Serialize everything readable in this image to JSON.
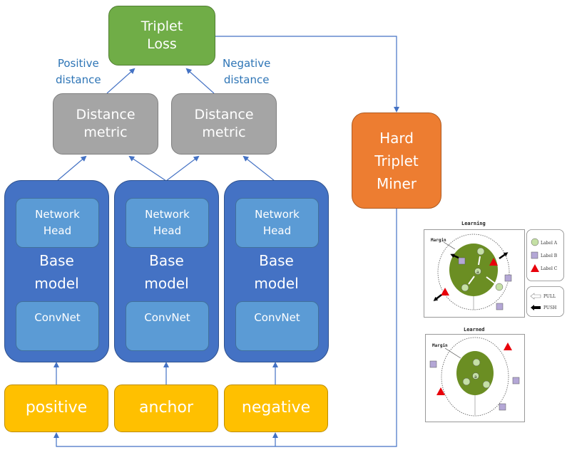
{
  "diagram": {
    "triplet_loss": {
      "line1": "Triplet",
      "line2": "Loss"
    },
    "positive_distance_label": {
      "line1": "Positive",
      "line2": "distance"
    },
    "negative_distance_label": {
      "line1": "Negative",
      "line2": "distance"
    },
    "distance_metrics": [
      {
        "line1": "Distance",
        "line2": "metric"
      },
      {
        "line1": "Distance",
        "line2": "metric"
      }
    ],
    "hard_triplet_miner": {
      "line1": "Hard",
      "line2": "Triplet",
      "line3": "Miner"
    },
    "base_models": [
      {
        "head1": "Network",
        "head2": "Head",
        "base1": "Base",
        "base2": "model",
        "conv": "ConvNet"
      },
      {
        "head1": "Network",
        "head2": "Head",
        "base1": "Base",
        "base2": "model",
        "conv": "ConvNet"
      },
      {
        "head1": "Network",
        "head2": "Head",
        "base1": "Base",
        "base2": "model",
        "conv": "ConvNet"
      }
    ],
    "inputs": [
      "positive",
      "anchor",
      "negative"
    ],
    "colors": {
      "loss": "#70ad47",
      "distance": "#a5a5a5",
      "miner": "#ed7d31",
      "base_model": "#4472c4",
      "sub_block": "#5b9bd5",
      "input": "#ffc000",
      "arrow": "#4472c4",
      "label_text": "#2e75b6"
    }
  },
  "illustration": {
    "learning": {
      "title": "Learning",
      "margin_label": "Margin",
      "anchor_symbol": "a"
    },
    "learned": {
      "title": "Learned",
      "margin_label": "Margin",
      "anchor_symbol": "a"
    },
    "legend": {
      "labels": [
        "Label A",
        "Label B",
        "Label C"
      ],
      "pull": "PULL",
      "push": "PUSH"
    },
    "colors": {
      "cluster": "#6b8e23",
      "label_a": "#c5e0a5",
      "label_b": "#b4a7d6",
      "label_c": "#e8000b"
    }
  }
}
